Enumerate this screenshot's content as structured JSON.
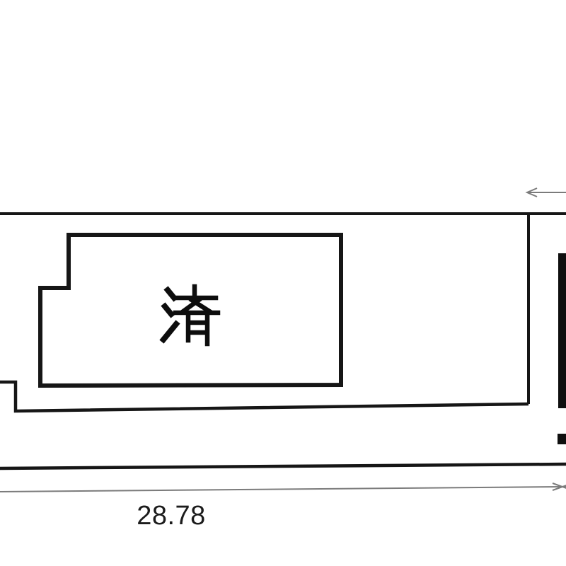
{
  "page": {
    "background": "#ffffff"
  },
  "drawing": {
    "type": "land-plot-site-plan",
    "stroke_color": "#161616",
    "building": {
      "label": "済",
      "label_color": "#0d0d0d"
    },
    "dimension": {
      "bottom_value": "28.78",
      "line_color": "#7b7b7b",
      "text_color": "#1c1c1c"
    }
  }
}
